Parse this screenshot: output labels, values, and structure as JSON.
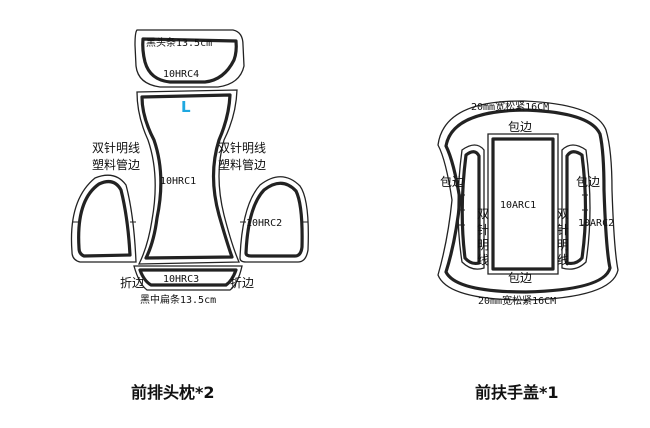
{
  "headrest": {
    "top_strip_note": "黑头条13.5cm",
    "top_piece_code": "10HRC4",
    "side_marker": "L",
    "left_note_line1": "双针明线",
    "left_note_line2": "塑料管边",
    "right_note_line1": "双针明线",
    "right_note_line2": "塑料管边",
    "center_piece_code": "10HRC1",
    "right_piece_code": "10HRC2",
    "bottom_piece_code": "10HRC3",
    "fold_left": "折边",
    "fold_right": "折边",
    "bottom_strip_note": "黑中扁条13.5cm",
    "caption": "前排头枕*2"
  },
  "armrest": {
    "top_elastic_note": "20mm宽松紧16CM",
    "wrap_top": "包边",
    "wrap_left": "包边",
    "wrap_right": "包边",
    "center_piece_code": "10ARC1",
    "right_piece_code": "10ARC2",
    "stitch_left": [
      "双",
      "针",
      "明",
      "线"
    ],
    "stitch_right": [
      "双",
      "针",
      "明",
      "线"
    ],
    "wrap_bottom": "包边",
    "bottom_elastic_note": "20mm宽松紧16CM",
    "caption": "前扶手盖*1"
  },
  "colors": {
    "line": "#222222",
    "marker": "#1fa8e0",
    "background": "#ffffff"
  }
}
